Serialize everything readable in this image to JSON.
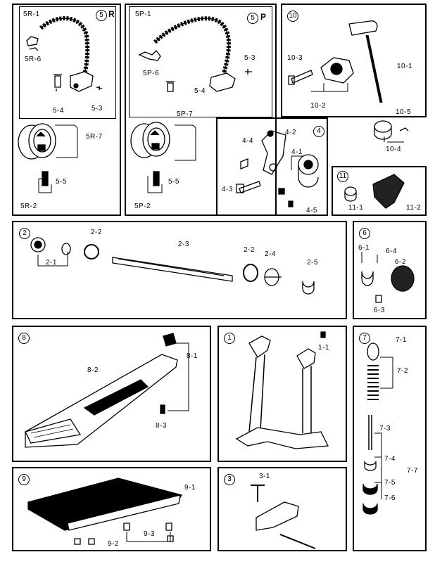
{
  "panels": {
    "p5r": {
      "num": "5",
      "letter": "R",
      "labels": {
        "chain": "5R-1",
        "clip": "5R-6",
        "bolt": "5-4",
        "screw": "5-3",
        "sprocket": "5R-7",
        "key": "5-5",
        "assy": "5R-2"
      }
    },
    "p5p": {
      "num": "5",
      "letter": "P",
      "labels": {
        "chain": "5P-1",
        "clip": "5P-6",
        "bolt": "5-4",
        "screw": "5-3",
        "sprocket": "5P-7",
        "key": "5-5",
        "assy": "5P-2"
      }
    },
    "p10": {
      "num": "10",
      "labels": {
        "bolt": "10-3",
        "hub": "10-1",
        "holder": "10-2",
        "nut": "10-5",
        "bushing": "10-4"
      }
    },
    "p4": {
      "num": "4",
      "labels": {
        "arm": "4-2",
        "screw": "4-4",
        "bearing": "4-1",
        "bolt": "4-3",
        "set_screw": "4-5"
      }
    },
    "p11": {
      "num": "11",
      "labels": {
        "nut": "11-1",
        "plate": "11-2"
      }
    },
    "p2": {
      "num": "2",
      "labels": {
        "collar": "2-1",
        "bearing_left": "2-2",
        "shaft": "2-3",
        "bearing_right": "2-2",
        "spacer": "2-4",
        "cap": "2-5"
      }
    },
    "p6": {
      "num": "6",
      "labels": {
        "collar": "6-1",
        "screw_small": "6-4",
        "cam": "6-2",
        "screw": "6-3"
      }
    },
    "p8": {
      "num": "8",
      "labels": {
        "footboard": "8-2",
        "spring": "8-1",
        "bolt": "8-3"
      }
    },
    "p1": {
      "num": "1",
      "labels": {
        "frame": "1-1"
      }
    },
    "p7": {
      "num": "7",
      "labels": {
        "ring": "7-1",
        "spring": "7-2",
        "rod": "7-3",
        "nut_a": "7-4",
        "nut_b": "7-5",
        "nut_c": "7-6",
        "assy": "7-7"
      }
    },
    "p9": {
      "num": "9",
      "labels": {
        "base": "9-1",
        "screw_a": "9-2",
        "screw_b": "9-3"
      }
    },
    "p3": {
      "num": "3",
      "labels": {
        "screw": "3-1"
      }
    }
  }
}
